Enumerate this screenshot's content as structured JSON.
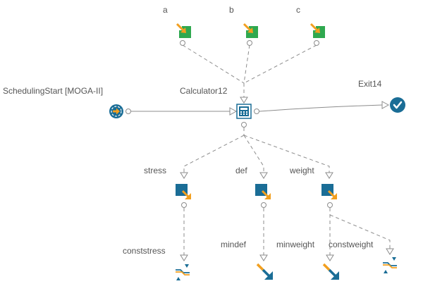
{
  "colors": {
    "input_green": "#2fa84f",
    "arrow_orange": "#f29f1f",
    "output_blue": "#1a6d96",
    "wire_gray": "#8c8c8c",
    "label_gray": "#555555"
  },
  "inputs": [
    {
      "label": "a",
      "icon": "input-variable-icon"
    },
    {
      "label": "b",
      "icon": "input-variable-icon"
    },
    {
      "label": "c",
      "icon": "input-variable-icon"
    }
  ],
  "scheduler": {
    "label": "SchedulingStart [MOGA-II]",
    "icon": "scheduler-start-icon"
  },
  "calculator": {
    "label": "Calculator12",
    "icon": "calculator-icon"
  },
  "exit": {
    "label": "Exit14",
    "icon": "exit-check-icon"
  },
  "outputs": [
    {
      "label": "stress",
      "icon": "output-variable-icon"
    },
    {
      "label": "def",
      "icon": "output-variable-icon"
    },
    {
      "label": "weight",
      "icon": "output-variable-icon"
    }
  ],
  "goals": [
    {
      "label": "conststress",
      "icon": "constraint-icon"
    },
    {
      "label": "mindef",
      "icon": "minimize-objective-icon"
    },
    {
      "label": "minweight",
      "icon": "minimize-objective-icon"
    },
    {
      "label": "constweight",
      "icon": "constraint-icon"
    }
  ]
}
